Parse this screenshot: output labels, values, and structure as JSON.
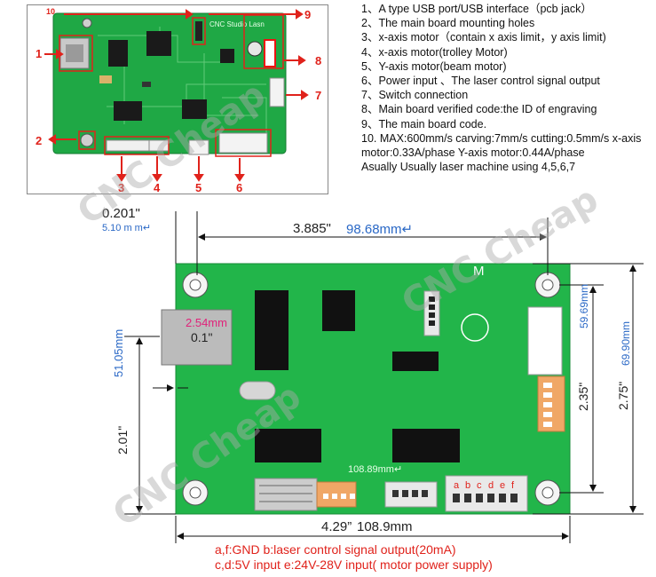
{
  "photo_labels": {
    "n1": "1",
    "n2": "2",
    "n3": "3",
    "n4": "4",
    "n5": "5",
    "n6": "6",
    "n7": "7",
    "n8": "8",
    "n9": "9",
    "n10": "10"
  },
  "photo_board_text": "CNC Studio Lasn",
  "descriptions": [
    "1、A type USB port/USB interface（pcb jack）",
    "2、The main board mounting holes",
    "3、x-axis motor（contain x axis limit，y axis limit)",
    "4、x-axis motor(trolley Motor)",
    "5、Y-axis motor(beam motor)",
    "6、Power input 、The laser control signal output",
    "7、Switch connection",
    "8、Main board verified code:the ID of engraving",
    "9、The main board code.",
    "10. MAX:600mm/s carving:7mm/s cutting:0.5mm/s x-axis motor:0.33A/phase Y-axis motor:0.44A/phase",
    "Asually Usually laser machine using 4,5,6,7"
  ],
  "dims": {
    "left_offset_in": "0.201\"",
    "left_offset_mm": "5.10 m m↵",
    "hole_span_in": "3.885\"",
    "hole_span_mm": "98.68mm↵",
    "usb_offset_mm": "2.54mm",
    "usb_offset_in": "0.1\"",
    "usb_height_mm": "51.05mm",
    "usb_height_in": "2.01\"",
    "width_pcb_mm": "108.89mm↵",
    "hole_height_mm": "59.69mm",
    "hole_height_in": "2.35\"",
    "board_height_in": "2.75\"",
    "board_height_mm": "69.90mm",
    "board_width_in": "4.29”",
    "board_width_mm": "108.9mm",
    "board_mark": "M",
    "pins": [
      "a",
      "b",
      "c",
      "d",
      "e",
      "f"
    ]
  },
  "notes": {
    "line1": "a,f:GND  b:laser control signal output(20mA)",
    "line2": "c,d:5V input  e:24V-28V input( motor power supply)"
  },
  "watermark": "CNC Cheap",
  "colors": {
    "pcb": "#22b54a",
    "annotation": "#e0221b",
    "dimension_blue": "#2a68c6"
  }
}
